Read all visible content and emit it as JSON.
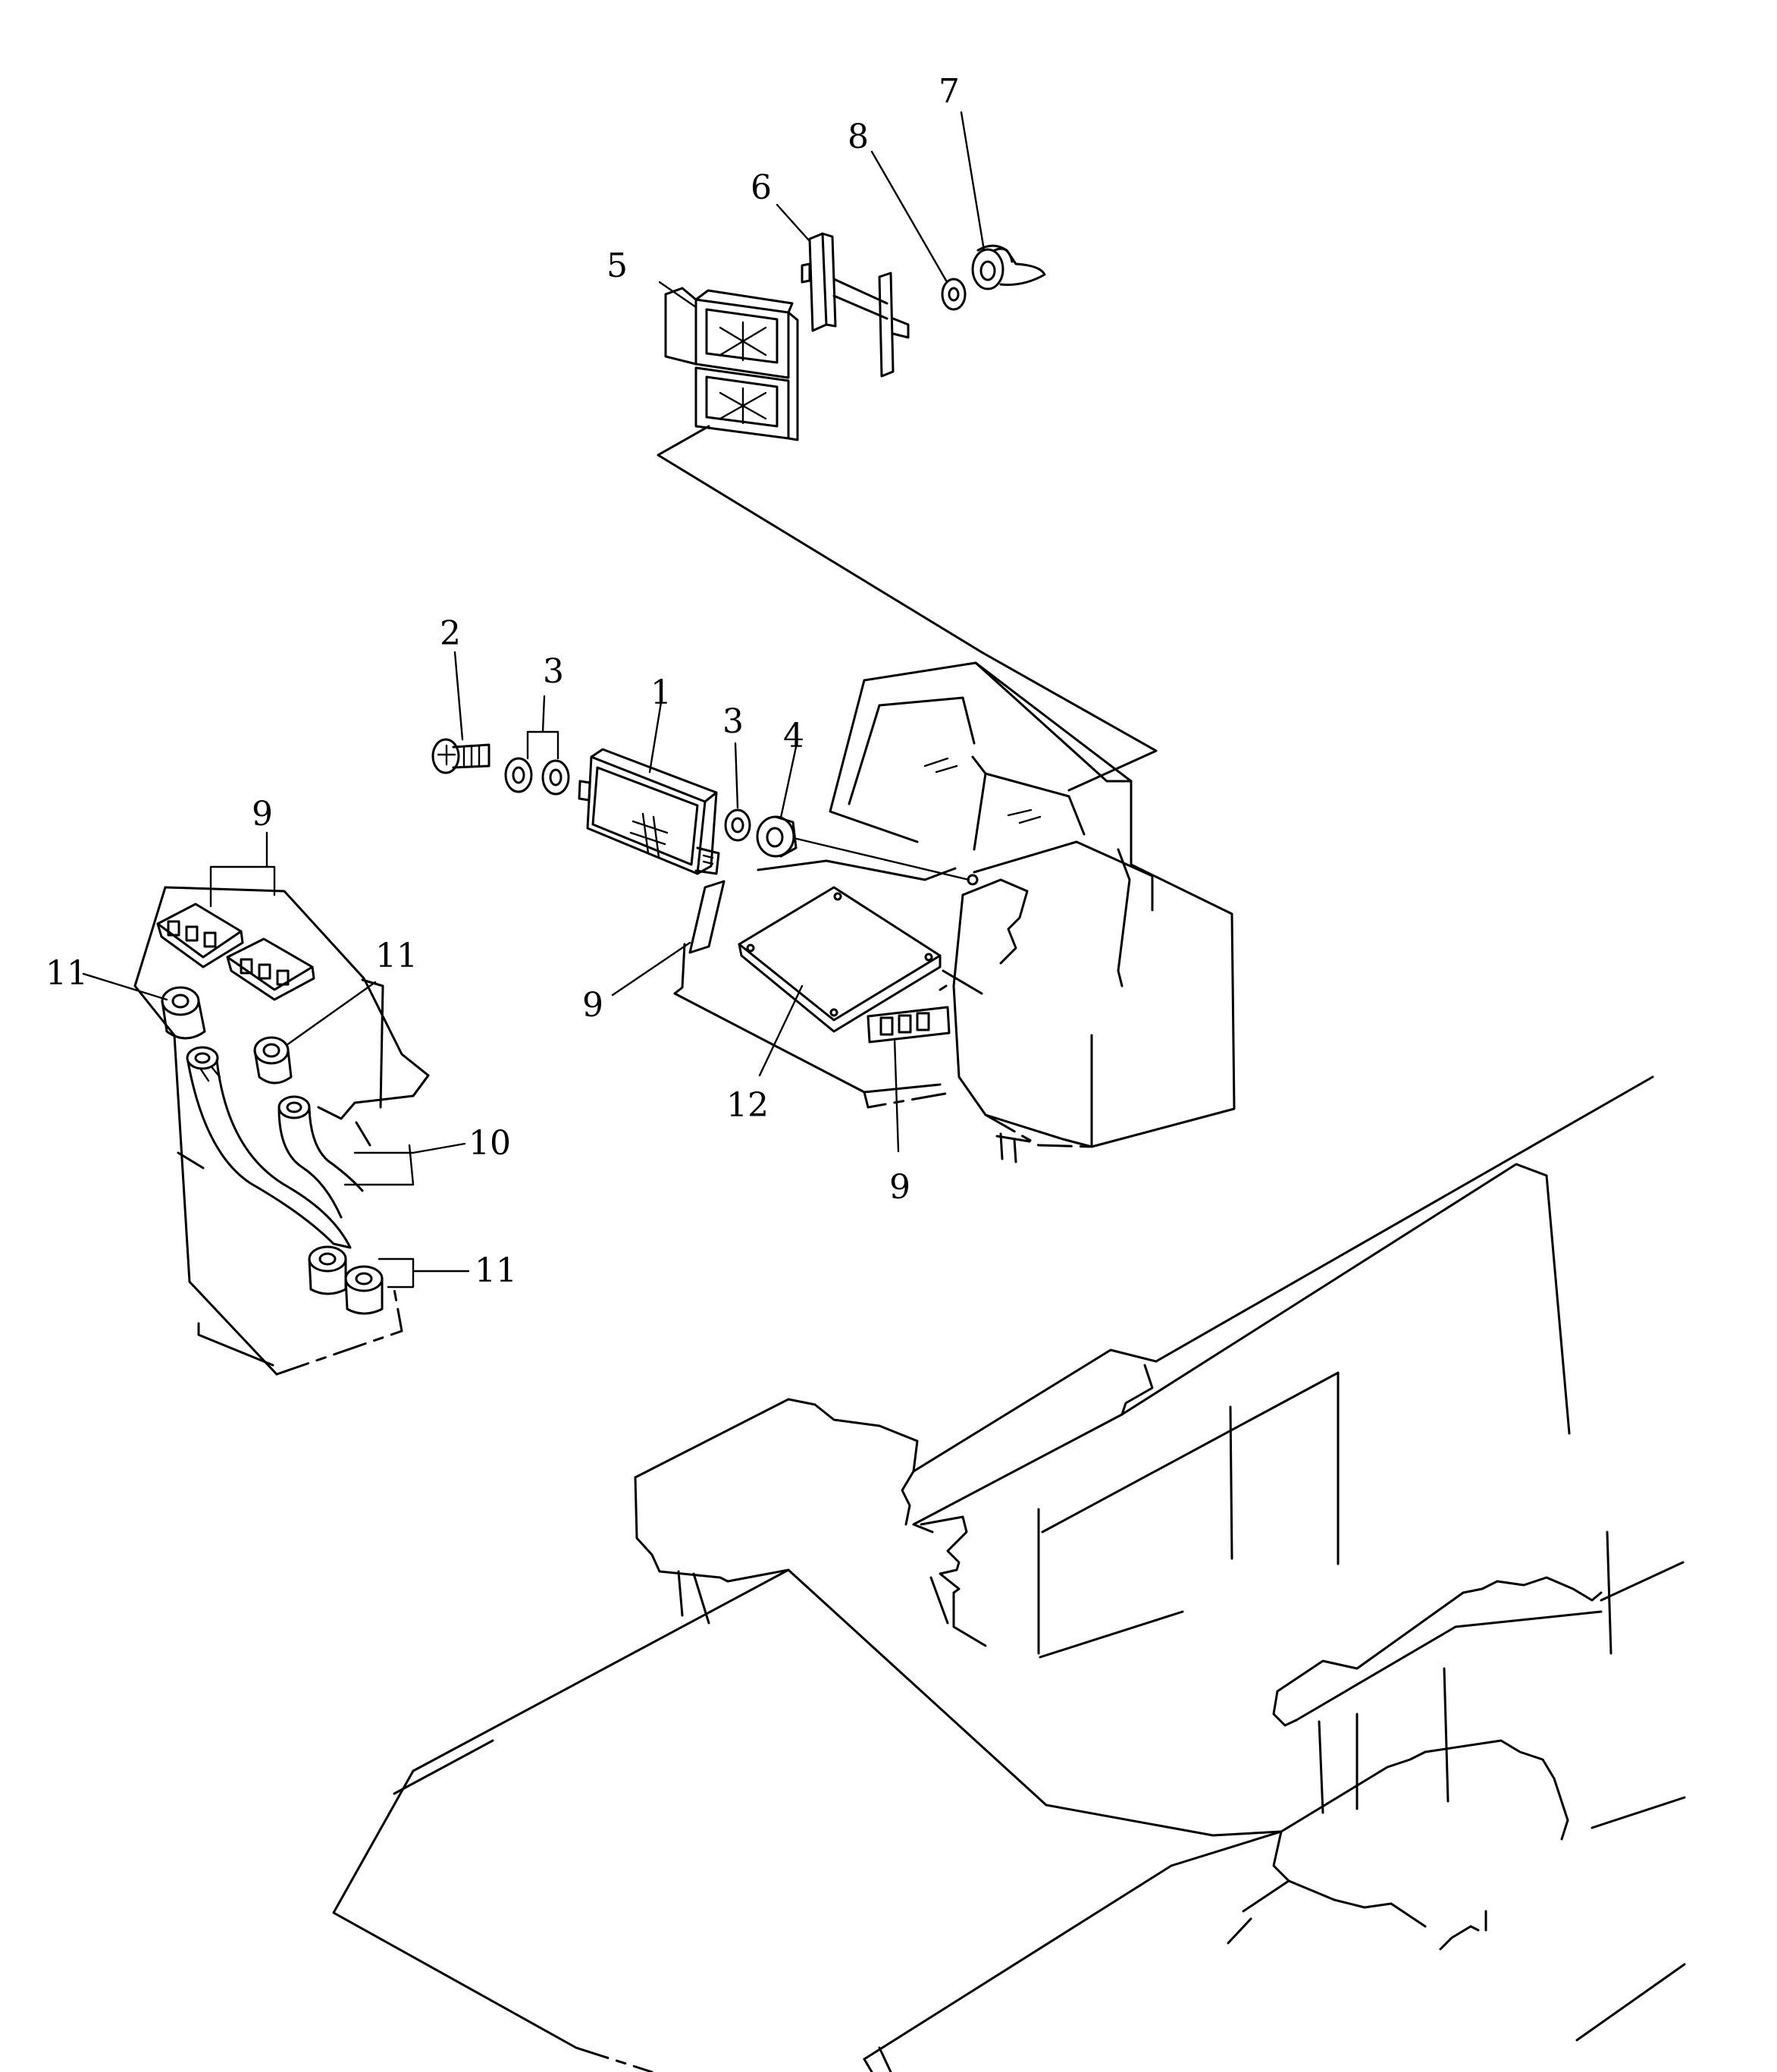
{
  "callouts": {
    "c1": "1",
    "c2": "2",
    "c3a": "3",
    "c3b": "3",
    "c4": "4",
    "c5": "5",
    "c6": "6",
    "c7": "7",
    "c8": "8",
    "c9a": "9",
    "c9b": "9",
    "c9c": "9",
    "c10": "10",
    "c11a": "11",
    "c11b": "11",
    "c11c": "11",
    "c12": "12"
  },
  "colors": {
    "line": "#000000",
    "paper": "#ffffff"
  }
}
